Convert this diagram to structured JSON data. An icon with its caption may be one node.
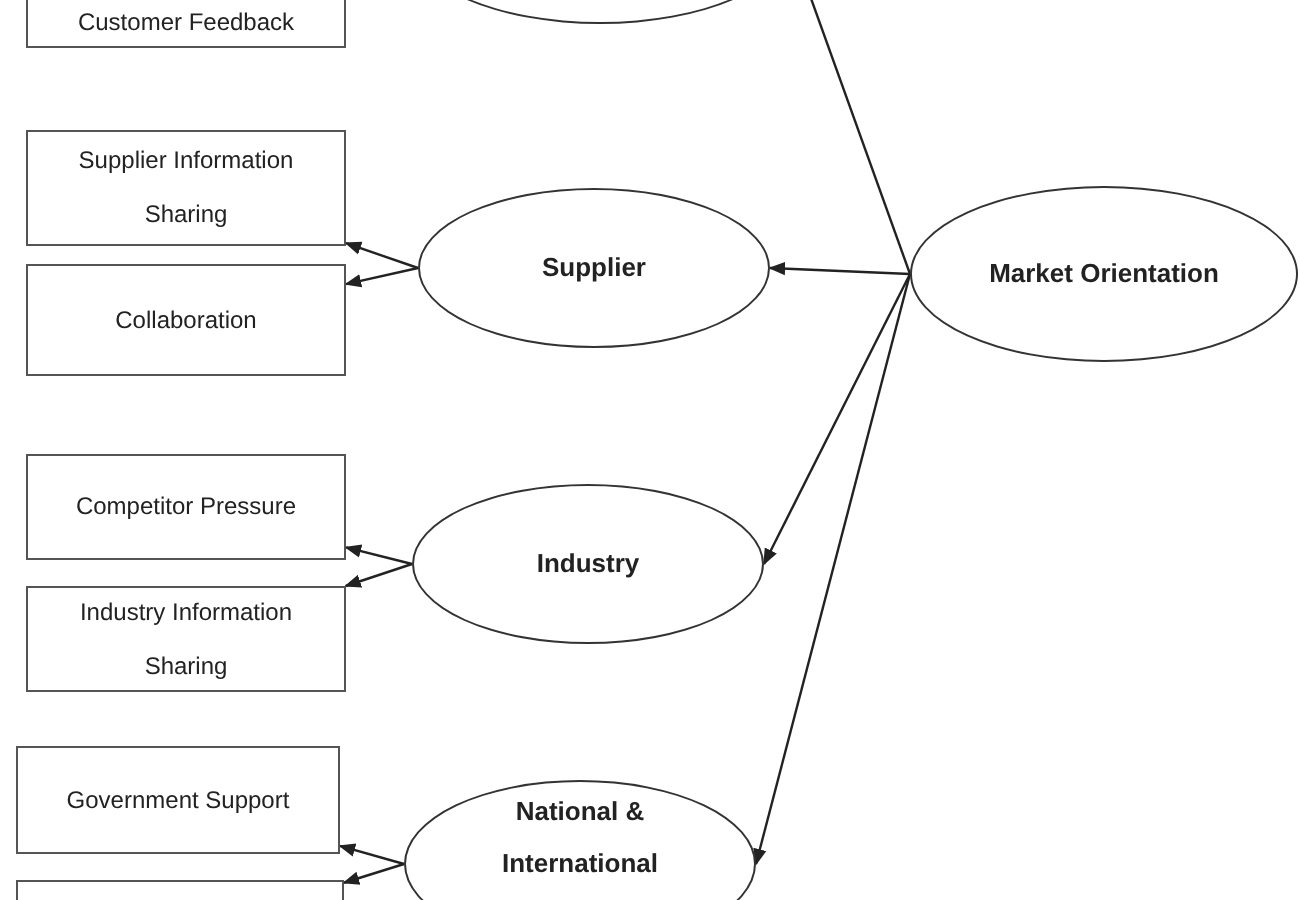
{
  "diagram": {
    "nodes": [
      {
        "text": [
          "Customer Feedback"
        ]
      },
      {
        "text": [],
        "shape": "ellipse"
      },
      {
        "text": [
          "Supplier Information Sharing"
        ]
      },
      {
        "text": [
          "Collaboration"
        ]
      },
      {
        "text": [
          "Supplier"
        ]
      },
      {
        "text": [
          "Market Orientation"
        ]
      },
      {
        "text": [
          "Competitor Pressure"
        ]
      },
      {
        "text": [
          "Industry Information Sharing"
        ]
      },
      {
        "text": [
          "Industry"
        ]
      },
      {
        "text": [
          "Government Support"
        ]
      },
      {
        "text": [],
        "shape": "box"
      },
      {
        "text": [
          "National & International"
        ]
      }
    ],
    "edges": [
      {
        "from": 5,
        "to": 1,
        "arrow": "none"
      },
      {
        "from": 5,
        "to": 4,
        "arrow": "to"
      },
      {
        "from": 5,
        "to": 8,
        "arrow": "to"
      },
      {
        "from": 5,
        "to": 11,
        "arrow": "to"
      },
      {
        "from": 4,
        "to": 2,
        "arrow": "to"
      },
      {
        "from": 4,
        "to": 3,
        "arrow": "to"
      },
      {
        "from": 8,
        "to": 6,
        "arrow": "to"
      },
      {
        "from": 8,
        "to": 7,
        "arrow": "to"
      },
      {
        "from": 11,
        "to": 9,
        "arrow": "to"
      },
      {
        "from": 11,
        "to": 10,
        "arrow": "to"
      }
    ]
  }
}
